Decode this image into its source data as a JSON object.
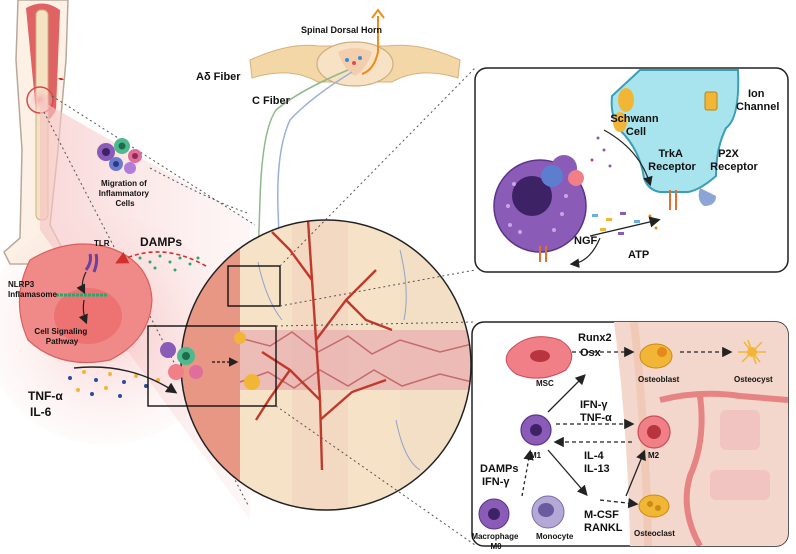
{
  "labels": {
    "spinal_dorsal_horn": "Spinal Dorsal Horn",
    "a_delta_fiber": "Aδ Fiber",
    "c_fiber": "C Fiber",
    "migration_line1": "Migration of",
    "migration_line2": "Inflammatory",
    "migration_line3": "Cells",
    "tlr": "TLR",
    "damps": "DAMPs",
    "nlrp3_line1": "NLRP3",
    "nlrp3_line2": "Inflamasome",
    "cell_signaling_line1": "Cell Signaling",
    "cell_signaling_line2": "Pathway",
    "tnf_alpha": "TNF-α",
    "il6": "IL-6",
    "schwann_line1": "Schwann",
    "schwann_line2": "Cell",
    "ion_line1": "Ion",
    "ion_line2": "Channel",
    "trka_line1": "TrkA",
    "trka_line2": "Receptor",
    "p2x_line1": "P2X",
    "p2x_line2": "Receptor",
    "ngf": "NGF",
    "atp": "ATP",
    "runx2": "Runx2",
    "osx": "Osx",
    "msc": "MSC",
    "osteoblast": "Osteoblast",
    "osteocyst": "Osteocyst",
    "ifn_gamma": "IFN-γ",
    "tnf_alpha_2": "TNF-α",
    "il4": "IL-4",
    "il13": "IL-13",
    "m1": "M1",
    "m2": "M2",
    "damps_2": "DAMPs",
    "ifn_gamma_2": "IFN-γ",
    "mcsf": "M-CSF",
    "rankl": "RANKL",
    "osteoclast": "Osteoclast",
    "macrophage_line1": "Macrophage",
    "macrophage_line2": "M0",
    "monocyte": "Monocyte"
  },
  "colors": {
    "inflammation_glow": "#f4b8b8",
    "bone": "#f1dcc0",
    "marrow": "#e9a9a9",
    "vessel": "#c0392b",
    "neuron": "#a8e4ee",
    "cell_pink": "#f07f88",
    "macrophage": "#7d4fa8",
    "osteoblast": "#f2b637"
  }
}
